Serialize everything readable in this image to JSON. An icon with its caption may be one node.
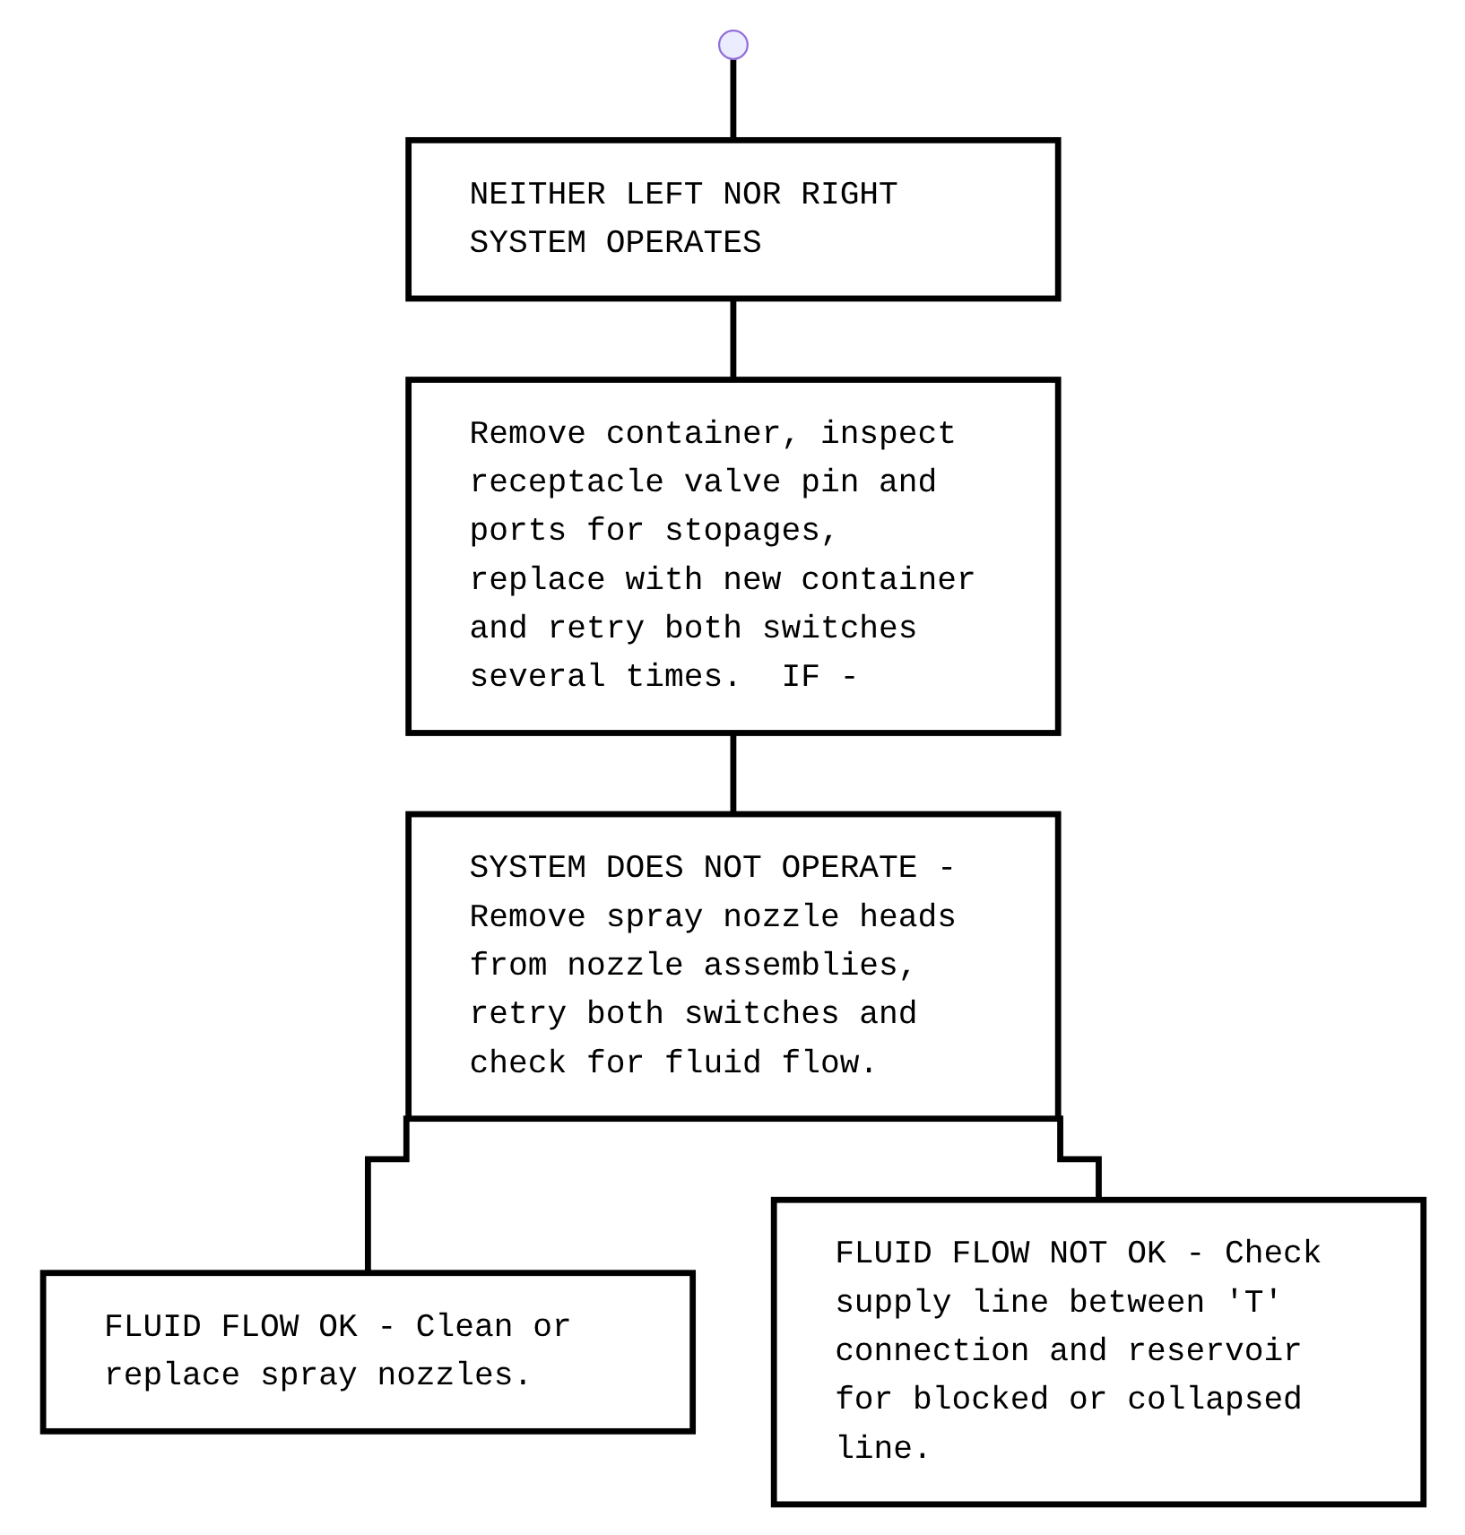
{
  "diagram": {
    "nodes": [
      {
        "text": [
          "NEITHER LEFT NOR RIGHT SYSTEM OPERATES"
        ]
      },
      {
        "text": [
          "Remove container, inspect receptacle valve pin and ports for stopages, replace with new container and retry both switches several times.  IF -"
        ]
      },
      {
        "text": [
          "SYSTEM DOES NOT OPERATE - Remove spray nozzle heads from nozzle assemblies, retry both switches and check for fluid flow."
        ]
      },
      {
        "text": [
          "FLUID FLOW OK - Clean or replace spray nozzles."
        ]
      },
      {
        "text": [
          "FLUID FLOW NOT OK - Check supply line between 'T' connection and reservoir for blocked or collapsed line."
        ]
      }
    ],
    "edges": [
      {
        "from": null,
        "to": 0,
        "arrow": "none"
      },
      {
        "from": 0,
        "to": 1,
        "arrow": "none"
      },
      {
        "from": 1,
        "to": 2,
        "arrow": "none"
      },
      {
        "from": 2,
        "to": 3,
        "arrow": "none"
      },
      {
        "from": 2,
        "to": 4,
        "arrow": "none"
      }
    ]
  }
}
